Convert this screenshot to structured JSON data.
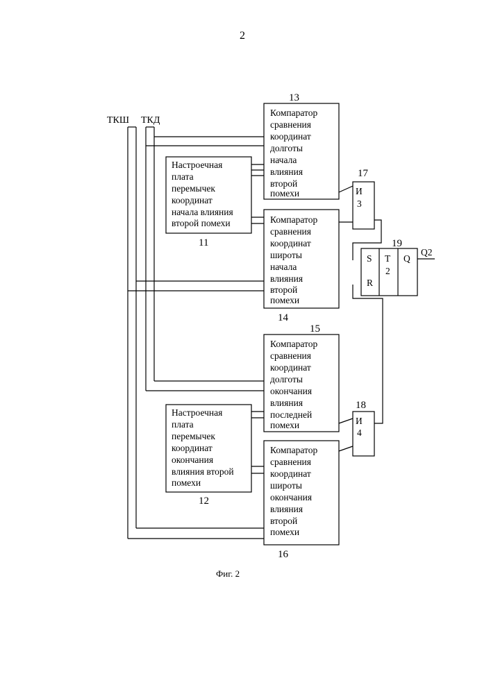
{
  "page_number": "2",
  "caption": "Фиг. 2",
  "buses": {
    "tksh": "ТКШ",
    "tkd": "ТКД"
  },
  "blocks": {
    "comp13": {
      "number": "13",
      "lines": [
        "Компаратор",
        "сравнения",
        "координат",
        "долготы",
        "начала",
        "влияния",
        "второй",
        "помехи"
      ]
    },
    "comp14": {
      "number": "14",
      "lines": [
        "Компаратор",
        "сравнения",
        "координат",
        "широты",
        "начала",
        "влияния",
        "второй",
        "помехи"
      ]
    },
    "comp15": {
      "number": "15",
      "lines": [
        "Компаратор",
        "сравнения",
        "координат",
        "долготы",
        "окончания",
        "влияния",
        "последней",
        "помехи"
      ]
    },
    "comp16": {
      "number": "16",
      "lines": [
        "Компаратор",
        "сравнения",
        "координат",
        "широты",
        "окончания",
        "влияния",
        "второй",
        "помехи"
      ]
    },
    "board11": {
      "number": "11",
      "lines": [
        "Настроечная",
        "плата",
        "перемычек",
        "координат",
        "начала влияния",
        "второй помехи"
      ]
    },
    "board12": {
      "number": "12",
      "lines": [
        "Настроечная",
        "плата",
        "перемычек",
        "координат",
        "окончания",
        "влияния второй",
        "помехи"
      ]
    },
    "and17": {
      "number": "17",
      "label": "И",
      "index": "3"
    },
    "and18": {
      "number": "18",
      "label": "И",
      "index": "4"
    },
    "trigger19": {
      "number": "19",
      "s": "S",
      "r": "R",
      "t": "Т",
      "t_index": "2",
      "q": "Q",
      "output": "Q2"
    }
  }
}
